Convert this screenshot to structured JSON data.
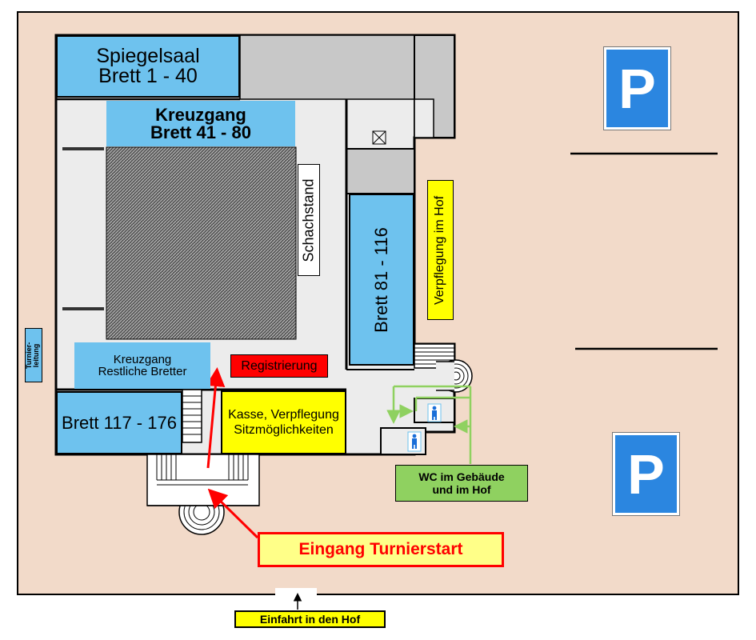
{
  "colors": {
    "ground": "#f2dac9",
    "hall_blue": "#6ec2ee",
    "corridor": "#ececec",
    "building_gray": "#c8c8c8",
    "yellow": "#ffff00",
    "red": "#ff0000",
    "wc_green": "#8fd160",
    "parking_blue": "#2b86e0"
  },
  "halls": {
    "spiegelsaal": {
      "line1": "Spiegelsaal",
      "line2": "Brett 1 - 40"
    },
    "kreuzgang": {
      "line1": "Kreuzgang",
      "line2": "Brett 41 - 80"
    },
    "brett_81": "Brett 81 - 116",
    "brett_117": "Brett 117 - 176",
    "kreuzgang_rest": {
      "line1": "Kreuzgang",
      "line2": "Restliche Bretter"
    }
  },
  "labels": {
    "schachstand": "Schachstand",
    "verpflegung_hof": "Verpflegung im Hof",
    "registrierung": "Registrierung",
    "kasse": {
      "line1": "Kasse, Verpflegung",
      "line2": "Sitzmöglichkeiten"
    },
    "turnierleitung": {
      "line1": "Turnier-",
      "line2": "leitung"
    },
    "wc": {
      "line1": "WC im Gebäude",
      "line2": "und im Hof"
    },
    "eingang": "Eingang Turnierstart",
    "einfahrt": "Einfahrt in den Hof"
  },
  "parking": {
    "symbol": "P"
  },
  "icons": [
    "parking-sign-icon",
    "restroom-icon",
    "elevator-icon",
    "stairs-icon",
    "spiral-stairs-icon",
    "arrow-icon"
  ]
}
